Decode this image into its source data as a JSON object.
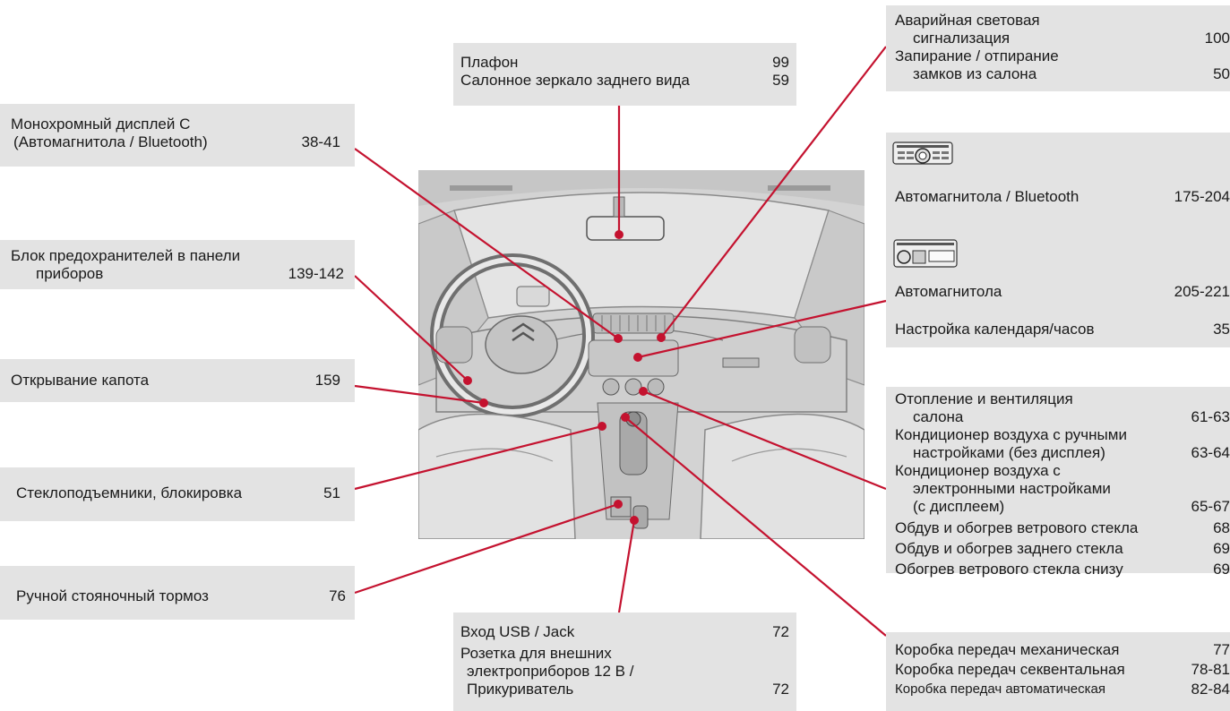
{
  "colors": {
    "line": "#c4122f",
    "box": "#e3e3e3",
    "photo_bg": "#d2d2d2"
  },
  "top_center": {
    "items": [
      {
        "label": "Плафон",
        "page": "99"
      },
      {
        "label": "Салонное зеркало заднего вида",
        "page": "59"
      }
    ]
  },
  "mono_display": {
    "line1": "Монохромный дисплей С",
    "line2": "(Автомагнитола / Bluetooth)",
    "page": "38-41"
  },
  "fuse_box": {
    "line1": "Блок предохранителей в панели",
    "line2": "приборов",
    "page": "139-142"
  },
  "bonnet": {
    "label": "Открывание капота",
    "page": "159"
  },
  "windows": {
    "label": "Стеклоподъемники, блокировка",
    "page": "51"
  },
  "handbrake": {
    "label": "Ручной стояночный тормоз",
    "page": "76"
  },
  "usb": {
    "label": "Вход USB / Jack",
    "page": "72",
    "line1": "Розетка для внешних",
    "line2": "электроприборов 12 В /",
    "line3": "Прикуриватель",
    "page2": "72"
  },
  "hazard": {
    "line1": "Аварийная световая",
    "line2": "сигнализация",
    "page": "100",
    "line3": "Запирание / отпирание",
    "line4": "замков из салона",
    "page2": "50"
  },
  "radio_bt": {
    "icon": "radio-bluetooth-icon",
    "label": "Автомагнитола / Bluetooth",
    "page": "175-204"
  },
  "radio": {
    "icon": "radio-cd-icon",
    "label": "Автомагнитола",
    "page": "205-221",
    "clock_label": "Настройка календаря/часов",
    "clock_page": "35"
  },
  "heating": {
    "h1": "Отопление и вентиляция",
    "h2": "салона",
    "hp": "61-63",
    "m1": "Кондиционер воздуха с ручными",
    "m2": "настройками (без дисплея)",
    "mp": "63-64",
    "e1": "Кондиционер воздуха с",
    "e2": "электронными настройками",
    "e3": "(с дисплеем)",
    "ep": "65-67",
    "w1": "Обдув и обогрев ветрового стекла",
    "wp1": "68",
    "w2": "Обдув и обогрев заднего стекла",
    "wp2": "69",
    "w3": "Обогрев ветрового стекла снизу",
    "wp3": "69"
  },
  "gearbox": {
    "items": [
      {
        "label": "Коробка передач механическая",
        "page": "77"
      },
      {
        "label": "Коробка передач секвентальная",
        "page": "78-81"
      },
      {
        "label": "Коробка передач автоматическая",
        "page": "82-84"
      }
    ]
  }
}
